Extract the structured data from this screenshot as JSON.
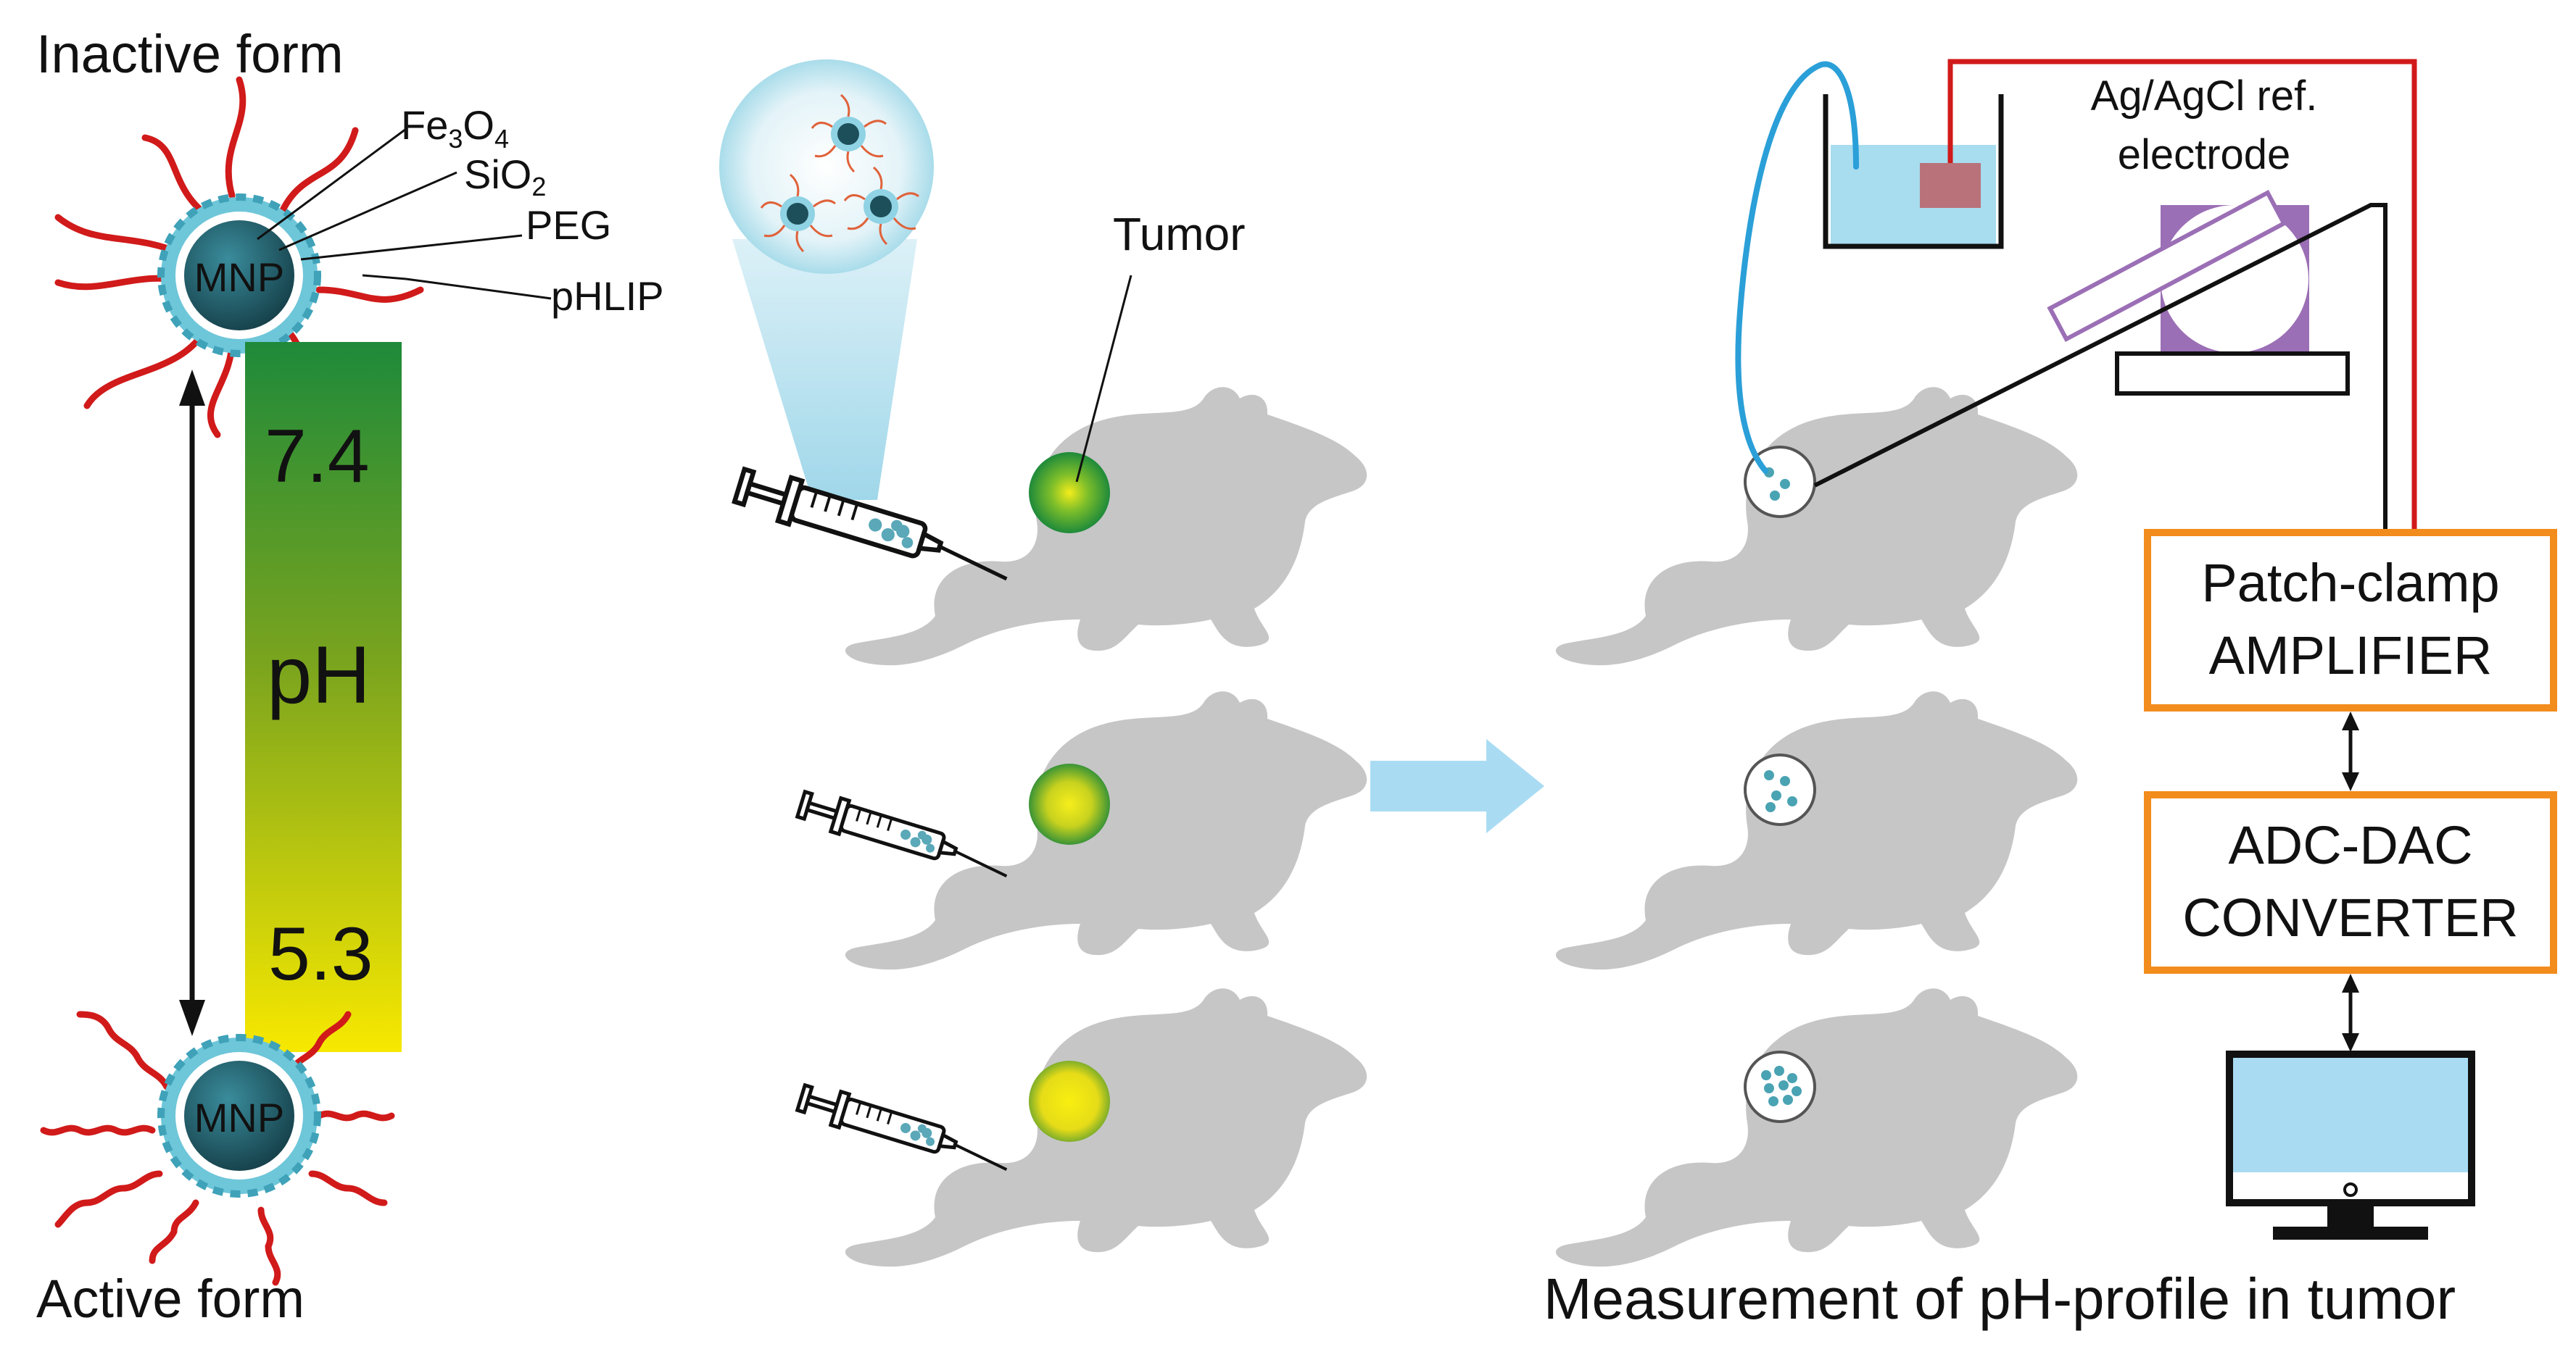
{
  "left_panel": {
    "inactive_label": "Inactive form",
    "active_label": "Active form",
    "particle_label": "MNP",
    "layers": [
      {
        "label": "Fe",
        "sub": "3",
        "label2": "O",
        "sub2": "4"
      },
      {
        "label": "SiO",
        "sub": "2"
      },
      {
        "label": "PEG"
      },
      {
        "label": "pHLIP"
      }
    ],
    "ph_bar": {
      "top_value": "7.4",
      "middle_label": "pH",
      "bottom_value": "5.3"
    }
  },
  "middle_panel": {
    "tumor_label": "Tumor"
  },
  "right_panel": {
    "electrode_label_line1": "Ag/AgCl ref.",
    "electrode_label_line2": "electrode",
    "amplifier_line1": "Patch-clamp",
    "amplifier_line2": "AMPLIFIER",
    "converter_line1": "ADC-DAC",
    "converter_line2": "CONVERTER",
    "caption": "Measurement of pH-profile in tumor"
  },
  "colors": {
    "shell": "#6ec6d9",
    "core": "#1d4f5a",
    "ligand": "#d11a1a",
    "mouse": "#c6c6c6",
    "ph_top": "#1e8a3a",
    "ph_bottom": "#f4e400",
    "box_border": "#f28c1c",
    "wire_red": "#d11a1a",
    "wire_blue": "#2a9fd8",
    "arrow_blue": "#a9dcf3",
    "purple": "#9b6fb5"
  }
}
